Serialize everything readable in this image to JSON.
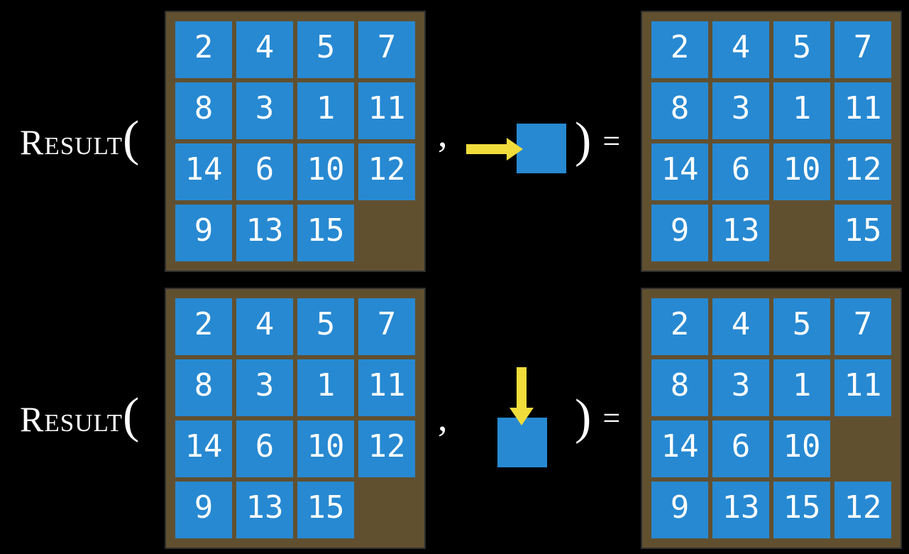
{
  "colors": {
    "bg": "#000000",
    "tile": "#2789d2",
    "frame": "#615030",
    "outline": "#2e2e2e",
    "arrow": "#f0dc3b",
    "text": "#ffffff"
  },
  "rows": [
    {
      "label": "Result",
      "open_paren": "(",
      "comma": ",",
      "action_icon": "arrow-right-icon",
      "close_paren": ")",
      "equals": "=",
      "before": [
        [
          "2",
          "4",
          "5",
          "7"
        ],
        [
          "8",
          "3",
          "1",
          "11"
        ],
        [
          "14",
          "6",
          "10",
          "12"
        ],
        [
          "9",
          "13",
          "15",
          ""
        ]
      ],
      "after": [
        [
          "2",
          "4",
          "5",
          "7"
        ],
        [
          "8",
          "3",
          "1",
          "11"
        ],
        [
          "14",
          "6",
          "10",
          "12"
        ],
        [
          "9",
          "13",
          "",
          "15"
        ]
      ]
    },
    {
      "label": "Result",
      "open_paren": "(",
      "comma": ",",
      "action_icon": "arrow-down-icon",
      "close_paren": ")",
      "equals": "=",
      "before": [
        [
          "2",
          "4",
          "5",
          "7"
        ],
        [
          "8",
          "3",
          "1",
          "11"
        ],
        [
          "14",
          "6",
          "10",
          "12"
        ],
        [
          "9",
          "13",
          "15",
          ""
        ]
      ],
      "after": [
        [
          "2",
          "4",
          "5",
          "7"
        ],
        [
          "8",
          "3",
          "1",
          "11"
        ],
        [
          "14",
          "6",
          "10",
          ""
        ],
        [
          "9",
          "13",
          "15",
          "12"
        ]
      ]
    }
  ]
}
